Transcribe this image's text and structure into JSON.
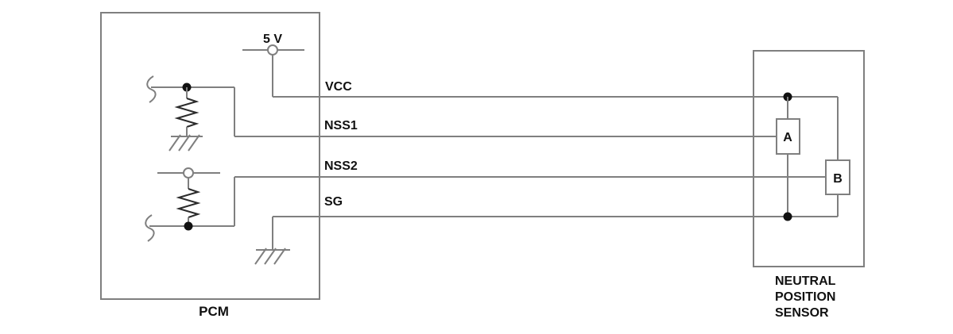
{
  "diagram": {
    "title": "PCM to Neutral Position Sensor wiring schematic",
    "colors": {
      "background": "#ffffff",
      "wire": "#7f7f7f",
      "component": "#2b2b2b",
      "text": "#111111",
      "junction_dot": "#111111"
    },
    "pcm": {
      "label": "PCM",
      "supply_label": "5 V"
    },
    "wires": [
      {
        "label": "VCC"
      },
      {
        "label": "NSS1"
      },
      {
        "label": "NSS2"
      },
      {
        "label": "SG"
      }
    ],
    "sensor": {
      "label_lines": [
        "NEUTRAL",
        "POSITION",
        "SENSOR"
      ],
      "components": [
        {
          "label": "A"
        },
        {
          "label": "B"
        }
      ]
    },
    "symbols": [
      "supply-terminal-circle",
      "resistor-zigzag",
      "chassis-ground",
      "wire-break-squiggle",
      "junction-dot"
    ]
  }
}
